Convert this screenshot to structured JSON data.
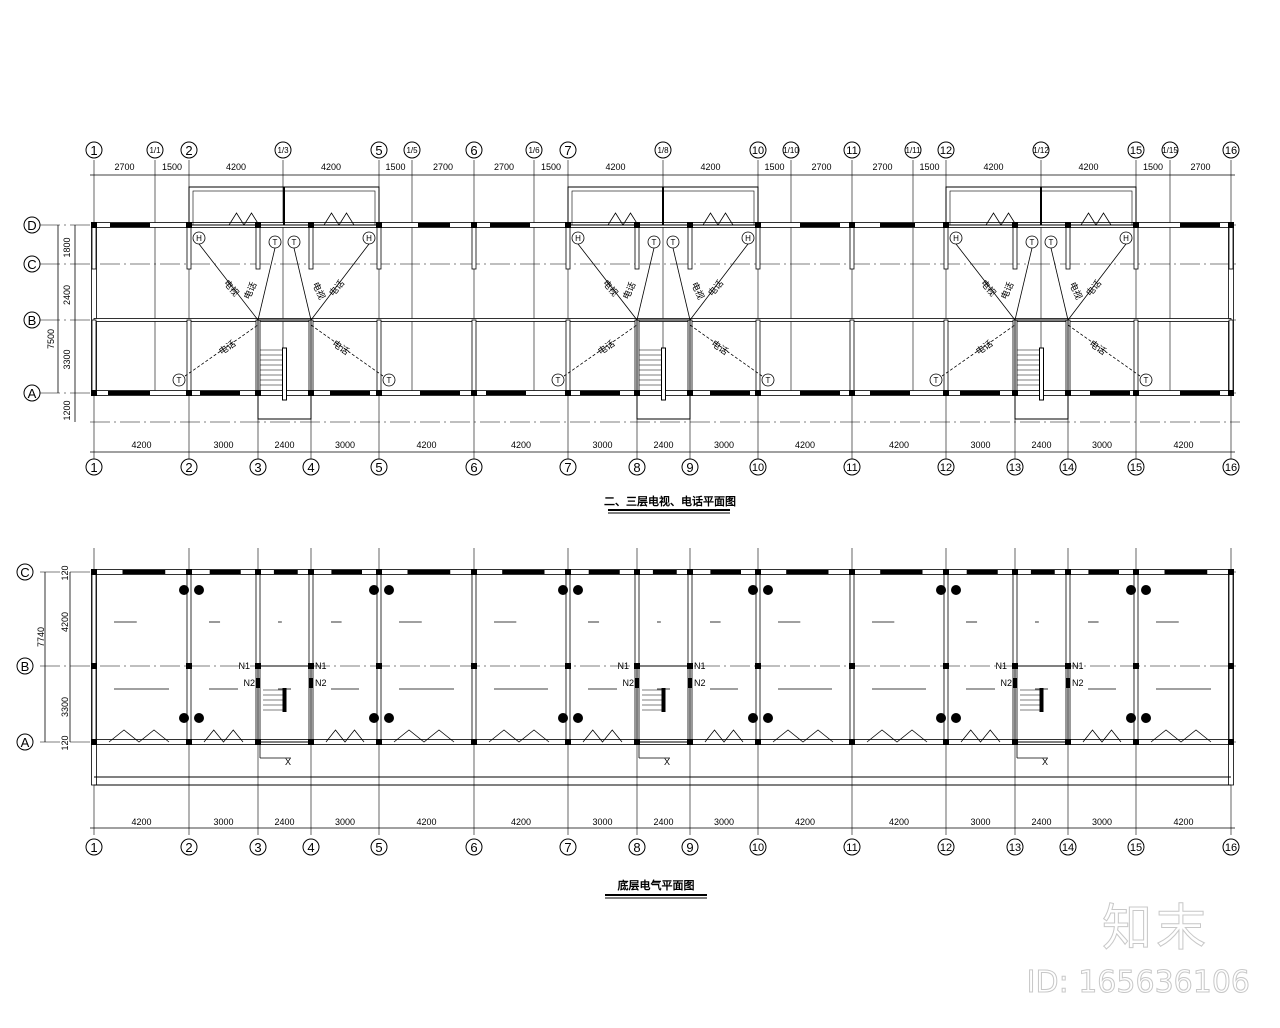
{
  "drawing": {
    "upper_plan": {
      "title": "二、三层电视、电话平面图",
      "top_axes": [
        "1",
        "1/1",
        "2",
        "1/3",
        "5",
        "1/5",
        "6",
        "1/6",
        "7",
        "1/8",
        "10",
        "1/10",
        "11",
        "1/11",
        "12",
        "1/12",
        "15",
        "1/15",
        "16"
      ],
      "top_dims": [
        "2700",
        "1500",
        "4200",
        "4200",
        "1500",
        "2700",
        "2700",
        "1500",
        "4200",
        "4200",
        "1500",
        "2700",
        "2700",
        "1500",
        "4200",
        "4200",
        "1500",
        "2700"
      ],
      "bottom_axes": [
        "1",
        "2",
        "3",
        "4",
        "5",
        "6",
        "7",
        "8",
        "9",
        "10",
        "11",
        "12",
        "13",
        "14",
        "15",
        "16"
      ],
      "bottom_dims": [
        "4200",
        "3000",
        "2400",
        "3000",
        "4200",
        "4200",
        "3000",
        "2400",
        "3000",
        "4200",
        "4200",
        "3000",
        "2400",
        "3000",
        "4200"
      ],
      "row_axes": [
        "D",
        "C",
        "B",
        "A"
      ],
      "row_dims": [
        "1800",
        "2400",
        "3300",
        "1200"
      ],
      "total_depth": "7500",
      "outlet_symbols": {
        "tv": "H",
        "phone": "T"
      },
      "wire_labels": {
        "tv": "电视",
        "phone": "电话"
      }
    },
    "ground_plan": {
      "title": "底层电气平面图",
      "bottom_axes": [
        "1",
        "2",
        "3",
        "4",
        "5",
        "6",
        "7",
        "8",
        "9",
        "10",
        "11",
        "12",
        "13",
        "14",
        "15",
        "16"
      ],
      "bottom_dims": [
        "4200",
        "3000",
        "2400",
        "3000",
        "4200",
        "4200",
        "3000",
        "2400",
        "3000",
        "4200",
        "4200",
        "3000",
        "2400",
        "3000",
        "4200"
      ],
      "row_axes": [
        "C",
        "B",
        "A"
      ],
      "row_dims": [
        "120",
        "4200",
        "3300",
        "120"
      ],
      "total_depth": "7740",
      "panel_labels": [
        "N1",
        "N2"
      ],
      "entry_label": "X"
    }
  },
  "watermark": {
    "logo": "知末",
    "id_text": "ID: 165636106"
  }
}
